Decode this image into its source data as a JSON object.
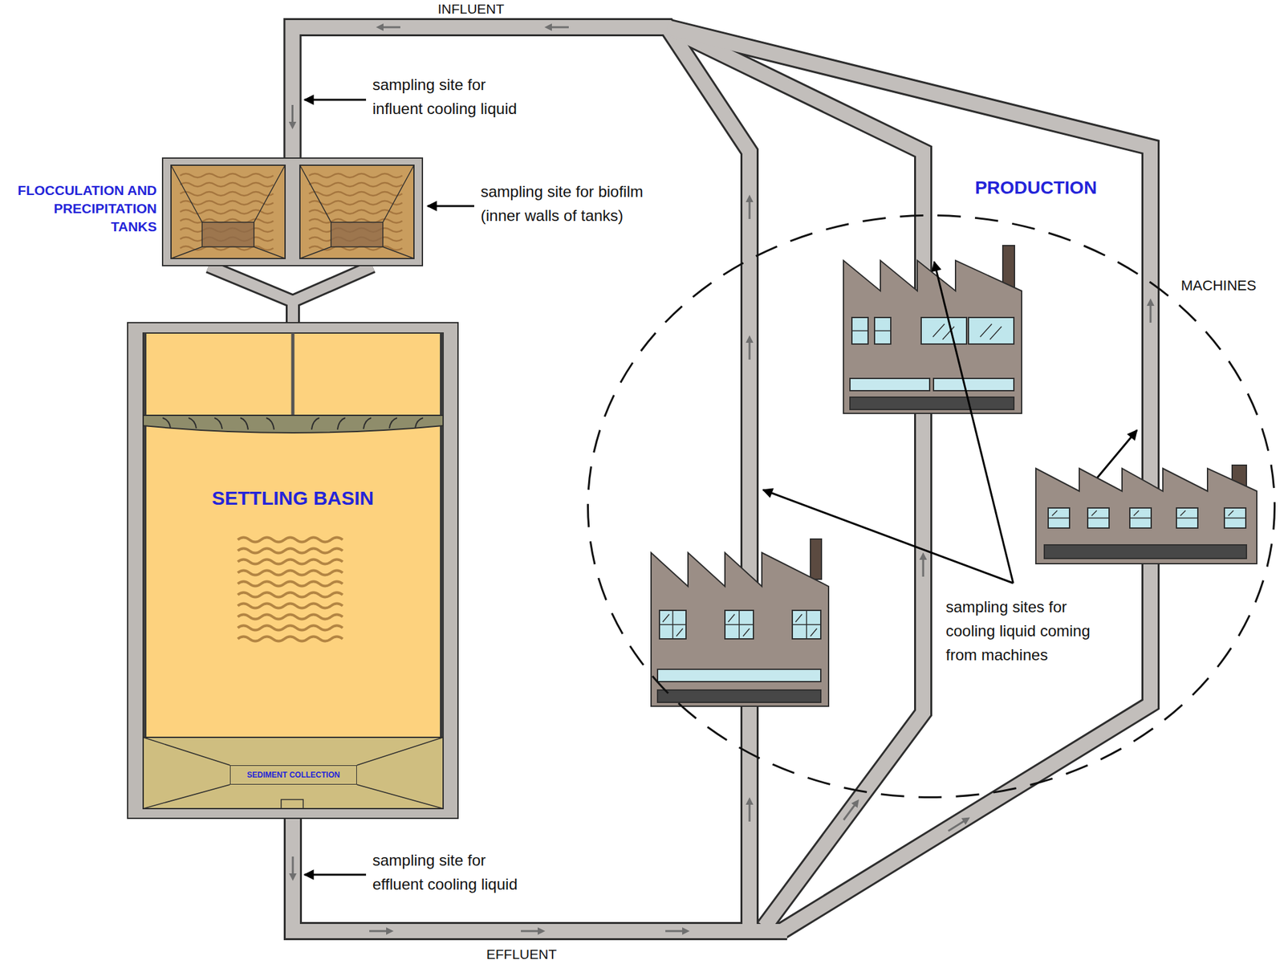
{
  "diagram": {
    "nodes": [
      {
        "text": [
          "FLOCCULATION AND PRECIPITATION TANKS"
        ]
      },
      {
        "text": [
          "SETTLING BASIN"
        ]
      },
      {
        "text": [
          "SEDIMENT COLLECTION"
        ],
        "in": 1
      },
      {
        "text": [
          "PRODUCTION"
        ]
      }
    ],
    "edges": [
      {
        "from": 0,
        "to": 1,
        "arrow": "none"
      },
      {
        "from": 1,
        "to": 3,
        "arrow": "to"
      },
      {
        "from": 3,
        "to": 0,
        "arrow": "to"
      }
    ],
    "labels": [
      "INFLUENT",
      "sampling site for influent cooling liquid",
      "sampling site for biofilm (inner walls of tanks)",
      "MACHINES",
      "sampling sites for cooling liquid coming from machines",
      "sampling site for effluent cooling liquid",
      "EFFLUENT"
    ]
  }
}
